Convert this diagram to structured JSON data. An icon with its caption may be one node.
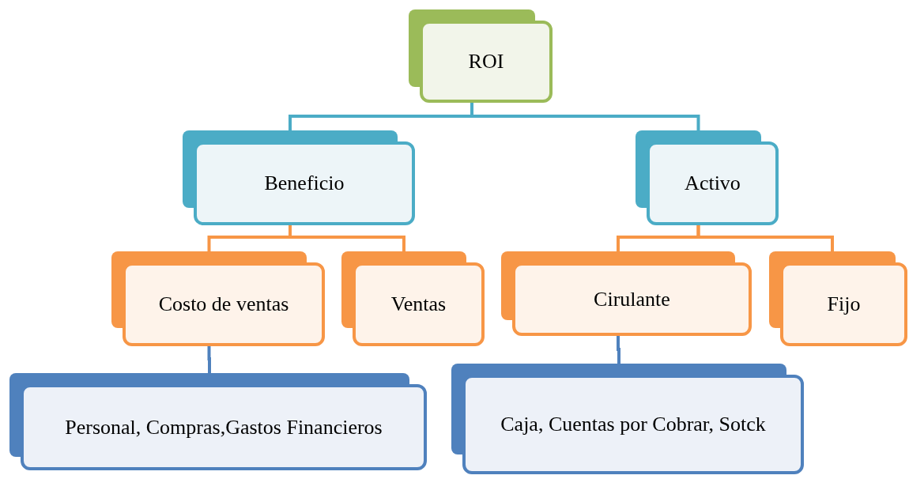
{
  "diagram": {
    "nodes": [
      {
        "text": [
          "ROI"
        ]
      },
      {
        "text": [
          "Beneficio"
        ]
      },
      {
        "text": [
          "Activo"
        ]
      },
      {
        "text": [
          "Costo de ventas"
        ]
      },
      {
        "text": [
          "Ventas"
        ]
      },
      {
        "text": [
          "Cirulante"
        ]
      },
      {
        "text": [
          "Fijo"
        ]
      },
      {
        "text": [
          "Personal, Compras,Gastos Financieros"
        ]
      },
      {
        "text": [
          "Caja, Cuentas por Cobrar, Sotck"
        ]
      }
    ],
    "edges": [
      {
        "from": 0,
        "to": 1,
        "arrow": "none",
        "color": "#4bacc6"
      },
      {
        "from": 0,
        "to": 2,
        "arrow": "none",
        "color": "#4bacc6"
      },
      {
        "from": 1,
        "to": 3,
        "arrow": "none"
      },
      {
        "from": 1,
        "to": 4,
        "arrow": "none"
      },
      {
        "from": 2,
        "to": 5,
        "arrow": "none"
      },
      {
        "from": 2,
        "to": 6,
        "arrow": "none"
      },
      {
        "from": 3,
        "to": 7,
        "arrow": "none",
        "color": "#4f81bd"
      },
      {
        "from": 5,
        "to": 8,
        "arrow": "none",
        "color": "#4f81bd"
      }
    ]
  }
}
